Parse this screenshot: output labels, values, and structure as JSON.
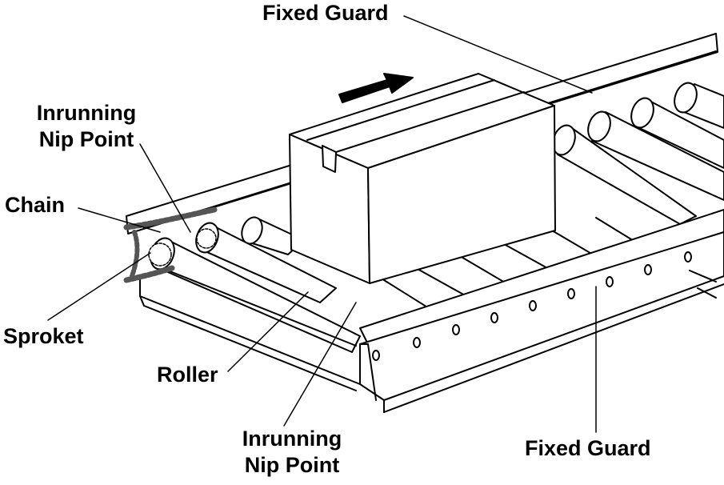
{
  "diagram": {
    "labels": {
      "fixed_guard_top": "Fixed Guard",
      "inrunning_top_line1": "Inrunning",
      "inrunning_top_line2": "Nip Point",
      "chain": "Chain",
      "sproket": "Sproket",
      "roller": "Roller",
      "inrunning_bottom_line1": "Inrunning",
      "inrunning_bottom_line2": "Nip Point",
      "fixed_guard_bottom": "Fixed Guard"
    },
    "colors": {
      "line": "#000000",
      "background": "#ffffff"
    }
  }
}
